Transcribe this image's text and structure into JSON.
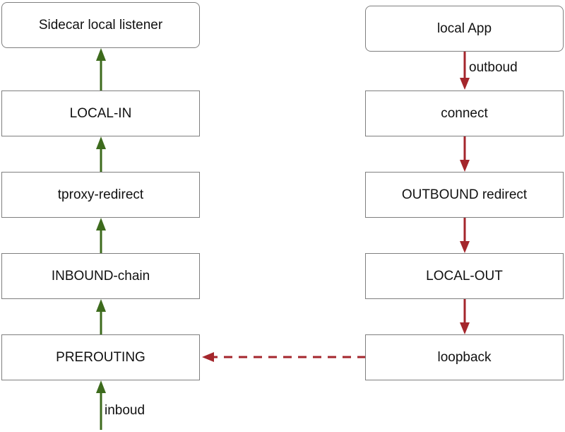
{
  "left_column": {
    "sidecar": "Sidecar local listener",
    "local_in": "LOCAL-IN",
    "tproxy": "tproxy-redirect",
    "inbound_chain": "INBOUND-chain",
    "prerouting": "PREROUTING",
    "inbound_label": "inboud"
  },
  "right_column": {
    "local_app": "local App",
    "outbound_label": "outboud",
    "connect": "connect",
    "outbound_redirect": "OUTBOUND redirect",
    "local_out": "LOCAL-OUT",
    "loopback": "loopback"
  },
  "colors": {
    "inbound_arrow": "#3d6b1d",
    "outbound_arrow": "#a4262c",
    "box_border": "#7f7f7f"
  }
}
